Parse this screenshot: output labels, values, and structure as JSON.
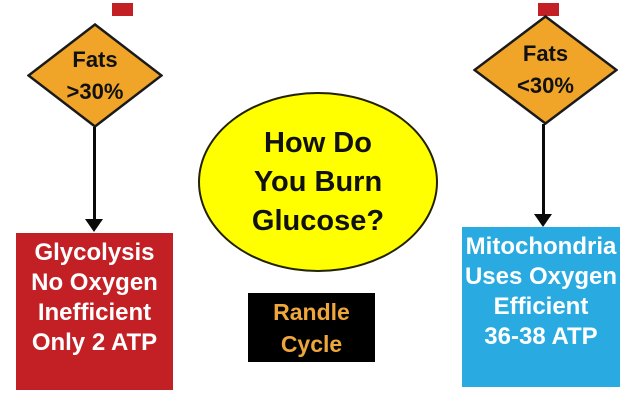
{
  "colors": {
    "diamond_fill": "#F0A528",
    "red_fill": "#C32026",
    "blue_fill": "#29ABE2",
    "yellow_fill": "#FFFF00",
    "gold_text": "#EFA63B"
  },
  "left_diamond": {
    "line1": "Fats",
    "line2": ">30%"
  },
  "right_diamond": {
    "line1": "Fats",
    "line2": "<30%"
  },
  "center_ellipse": {
    "line1": "How Do",
    "line2": "You Burn",
    "line3": "Glucose?"
  },
  "randle_box": {
    "line1": "Randle",
    "line2": "Cycle"
  },
  "glycolysis_box": {
    "line1": "Glycolysis",
    "line2": "No Oxygen",
    "line3": "Inefficient",
    "line4": "Only 2 ATP"
  },
  "mitochondria_box": {
    "line1": "Mitochondria",
    "line2": "Uses Oxygen",
    "line3": "Efficient",
    "line4": "36-38 ATP"
  }
}
